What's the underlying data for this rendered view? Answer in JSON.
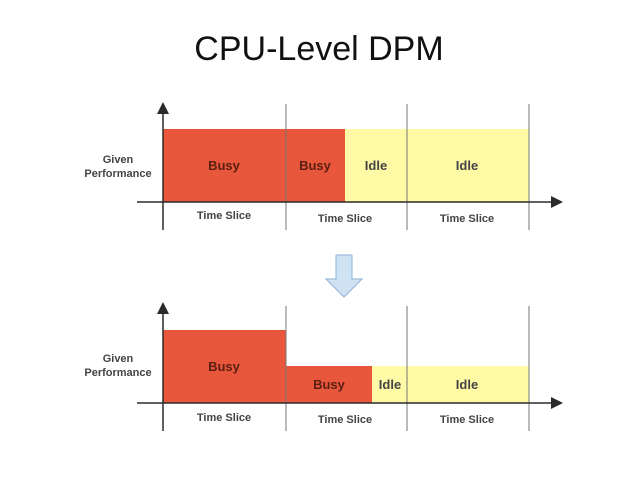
{
  "title": "CPU-Level DPM",
  "colors": {
    "busy": "#E8573B",
    "idle": "#FFFAA6",
    "axis": "#2b2b2b",
    "arrow": "#CFE3F4"
  },
  "top": {
    "ylabel": [
      "Given",
      "Performance"
    ],
    "blocks": [
      {
        "label": "Busy",
        "state": "busy"
      },
      {
        "label": "Busy",
        "state": "busy"
      },
      {
        "label": "Idle",
        "state": "idle"
      },
      {
        "label": "Idle",
        "state": "idle"
      }
    ],
    "slices": [
      "Time Slice",
      "Time Slice",
      "Time Slice"
    ]
  },
  "bottom": {
    "ylabel": [
      "Given",
      "Performance"
    ],
    "blocks": [
      {
        "label": "Busy",
        "state": "busy"
      },
      {
        "label": "Busy",
        "state": "busy"
      },
      {
        "label": "Idle",
        "state": "idle"
      },
      {
        "label": "Idle",
        "state": "idle"
      }
    ],
    "slices": [
      "Time Slice",
      "Time Slice",
      "Time Slice"
    ]
  }
}
